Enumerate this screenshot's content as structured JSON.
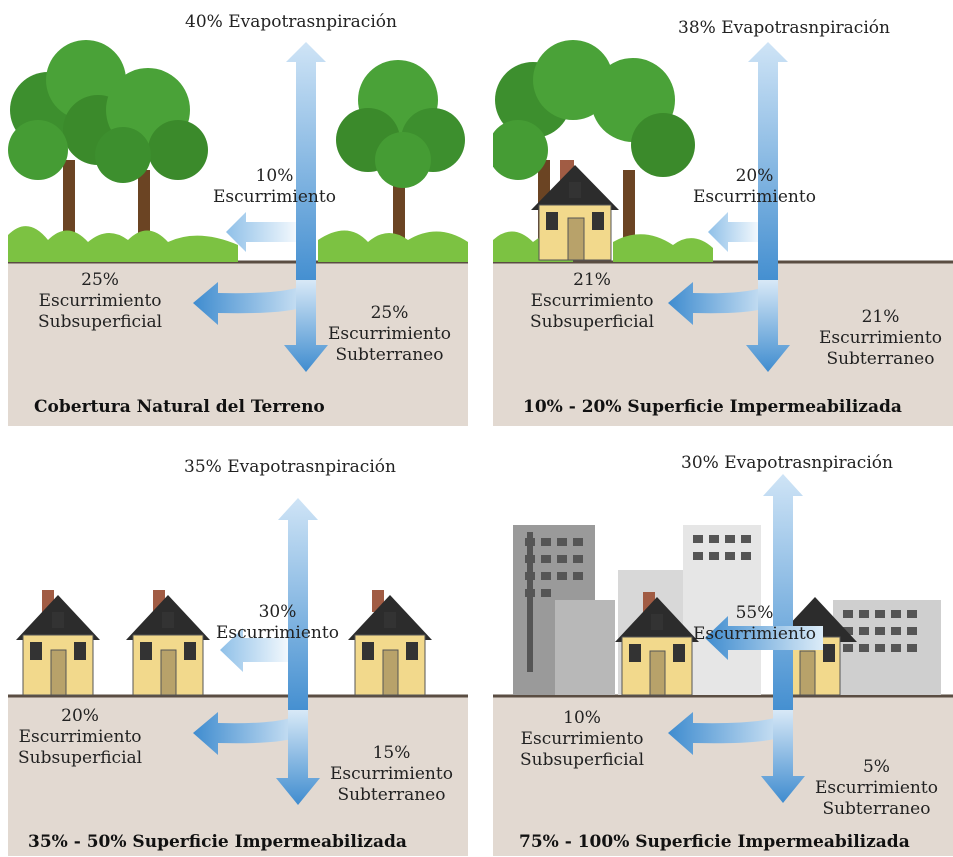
{
  "panels": [
    {
      "title": "Cobertura Natural del Terreno",
      "evapo": "40% Evapotrasnpiración",
      "runoff_pct": "10%",
      "runoff_label": "Escurrimiento",
      "subsurface_pct": "25%",
      "subsurface_l1": "Escurrimiento",
      "subsurface_l2": "Subsuperficial",
      "ground_pct": "25%",
      "ground_l1": "Escurrimiento",
      "ground_l2": "Subterraneo"
    },
    {
      "title": "10% - 20% Superficie Impermeabilizada",
      "evapo": "38% Evapotrasnpiración",
      "runoff_pct": "20%",
      "runoff_label": "Escurrimiento",
      "subsurface_pct": "21%",
      "subsurface_l1": "Escurrimiento",
      "subsurface_l2": "Subsuperficial",
      "ground_pct": "21%",
      "ground_l1": "Escurrimiento",
      "ground_l2": "Subterraneo"
    },
    {
      "title": "35% - 50% Superficie Impermeabilizada",
      "evapo": "35% Evapotrasnpiración",
      "runoff_pct": "30%",
      "runoff_label": "Escurrimiento",
      "subsurface_pct": "20%",
      "subsurface_l1": "Escurrimiento",
      "subsurface_l2": "Subsuperficial",
      "ground_pct": "15%",
      "ground_l1": "Escurrimiento",
      "ground_l2": "Subterraneo"
    },
    {
      "title": "75% - 100% Superficie Impermeabilizada",
      "evapo": "30% Evapotrasnpiración",
      "runoff_pct": "55%",
      "runoff_label": "Escurrimiento",
      "subsurface_pct": "10%",
      "subsurface_l1": "Escurrimiento",
      "subsurface_l2": "Subsuperficial",
      "ground_pct": "5%",
      "ground_l1": "Escurrimiento",
      "ground_l2": "Subterraneo"
    }
  ],
  "colors": {
    "soil": "#e2d9d1",
    "ground_line": "#5a4d42",
    "arrow_dark": "#3f8ccf",
    "arrow_light": "#dcecf8"
  }
}
